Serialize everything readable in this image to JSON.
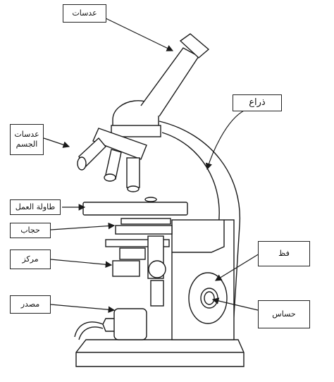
{
  "labels": {
    "eyepiece": "عدسات",
    "objectives": "عدسات\nالجسم",
    "arm": "ذراع",
    "stage": "طاولة العمل",
    "diaphragm": "حجاب",
    "condenser": "مركز",
    "light_source": "مصدر",
    "coarse_knob": "فظ",
    "fine_knob": "حساس"
  },
  "colors": {
    "ink": "#1a1a1a",
    "paper": "#ffffff"
  }
}
